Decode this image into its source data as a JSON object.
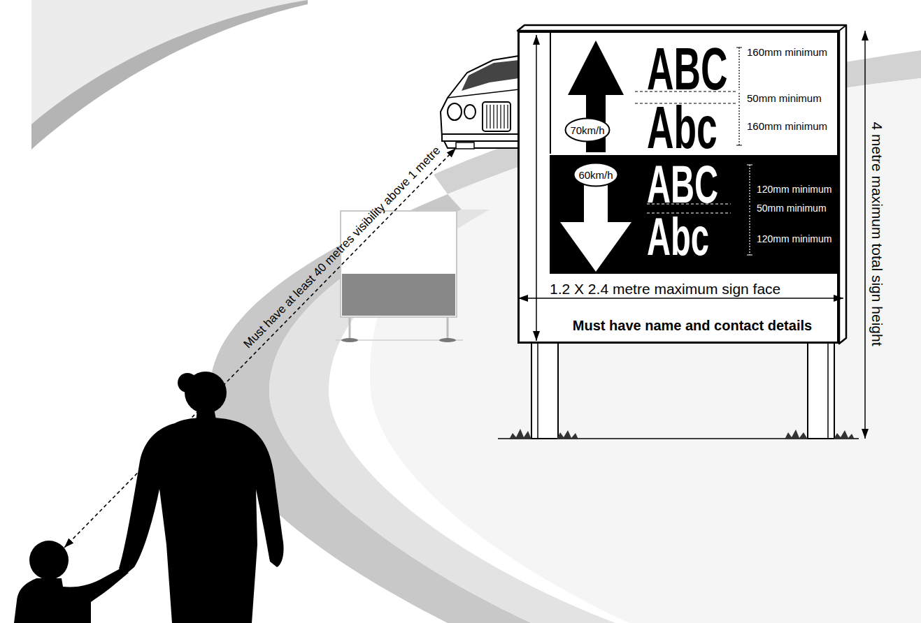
{
  "diagram": {
    "nodes": [
      {
        "text": [
          "Must have name and contact details"
        ]
      },
      {
        "text": [
          "ABC",
          "Abc"
        ],
        "in": 0
      },
      {
        "text": [
          "70km/h"
        ],
        "in": 1
      },
      {
        "text": [
          "ABC",
          "Abc"
        ],
        "in": 0
      },
      {
        "text": [
          "60km/h"
        ],
        "in": 3
      }
    ],
    "labels": [
      "160mm minimum",
      "50mm minimum",
      "160mm minimum",
      "120mm minimum",
      "50mm minimum",
      "120mm minimum",
      "1.2 X 2.4 metre maximum sign face",
      "4 metre maximum total sign height",
      "Must have at least 40 metres visibility above 1 metre"
    ]
  }
}
